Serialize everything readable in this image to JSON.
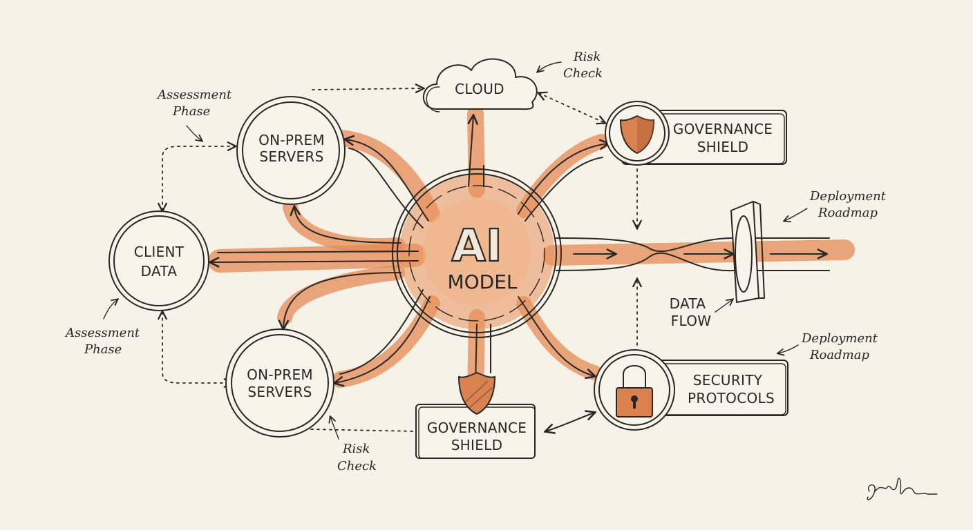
{
  "diagram": {
    "center": {
      "line1": "AI",
      "line2": "MODEL"
    },
    "nodes": {
      "cloud": "CLOUD",
      "client_data": [
        "CLIENT",
        "DATA"
      ],
      "on_prem_top": [
        "ON-PREM",
        "SERVERS"
      ],
      "on_prem_bottom": [
        "ON-PREM",
        "SERVERS"
      ],
      "governance_top": [
        "GOVERNANCE",
        "SHIELD"
      ],
      "governance_bottom": [
        "GOVERNANCE",
        "SHIELD"
      ],
      "security": [
        "SECURITY",
        "PROTOCOLS"
      ],
      "data_flow": [
        "DATA",
        "FLOW"
      ]
    },
    "notes": {
      "risk_check_top": [
        "Risk",
        "Check"
      ],
      "risk_check_bottom": [
        "Risk",
        "Check"
      ],
      "assessment_top": [
        "Assessment",
        "Phase"
      ],
      "assessment_bottom": [
        "Assessment",
        "Phase"
      ],
      "deployment_top": [
        "Deployment",
        "Roadmap"
      ],
      "deployment_bottom": [
        "Deployment",
        "Roadmap"
      ]
    },
    "colors": {
      "ink": "#2a2622",
      "wash": "#e48a54",
      "paper": "#f6f2e8"
    },
    "icons": [
      "cloud-icon",
      "shield-icon",
      "padlock-icon",
      "gate-icon",
      "signature"
    ]
  }
}
